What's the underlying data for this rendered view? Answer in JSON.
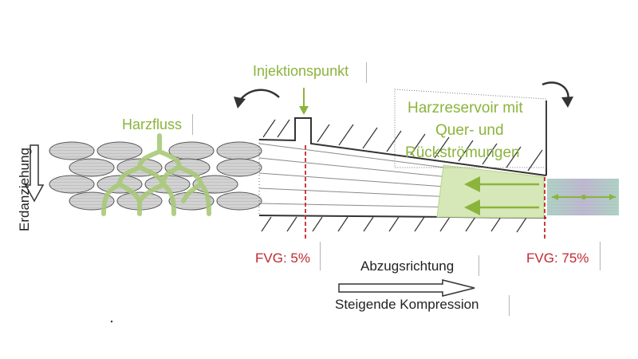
{
  "labels": {
    "injection_point": "Injektionspunkt",
    "resin_flow": "Harzfluss",
    "reservoir_line1": "Harzreservoir mit",
    "reservoir_line2": "Quer- und",
    "reservoir_line3": "Rückströmungen",
    "gravity": "Erdanziehung",
    "fvg_left": "FVG: 5%",
    "fvg_right": "FVG: 75%",
    "pull_direction": "Abzugsrichtung",
    "compression": "Steigende Kompression"
  },
  "colors": {
    "green": "#8cb43c",
    "red": "#c0292e",
    "reservoir_fill": "#d6e8b8",
    "fiber_fill": "#c8c8c8",
    "line": "#333333"
  },
  "icons": [
    "rotate-ccw-arrow-icon",
    "rotate-cw-arrow-icon",
    "down-arrow-icon",
    "right-arrow-icon",
    "gravity-arrow-icon"
  ]
}
